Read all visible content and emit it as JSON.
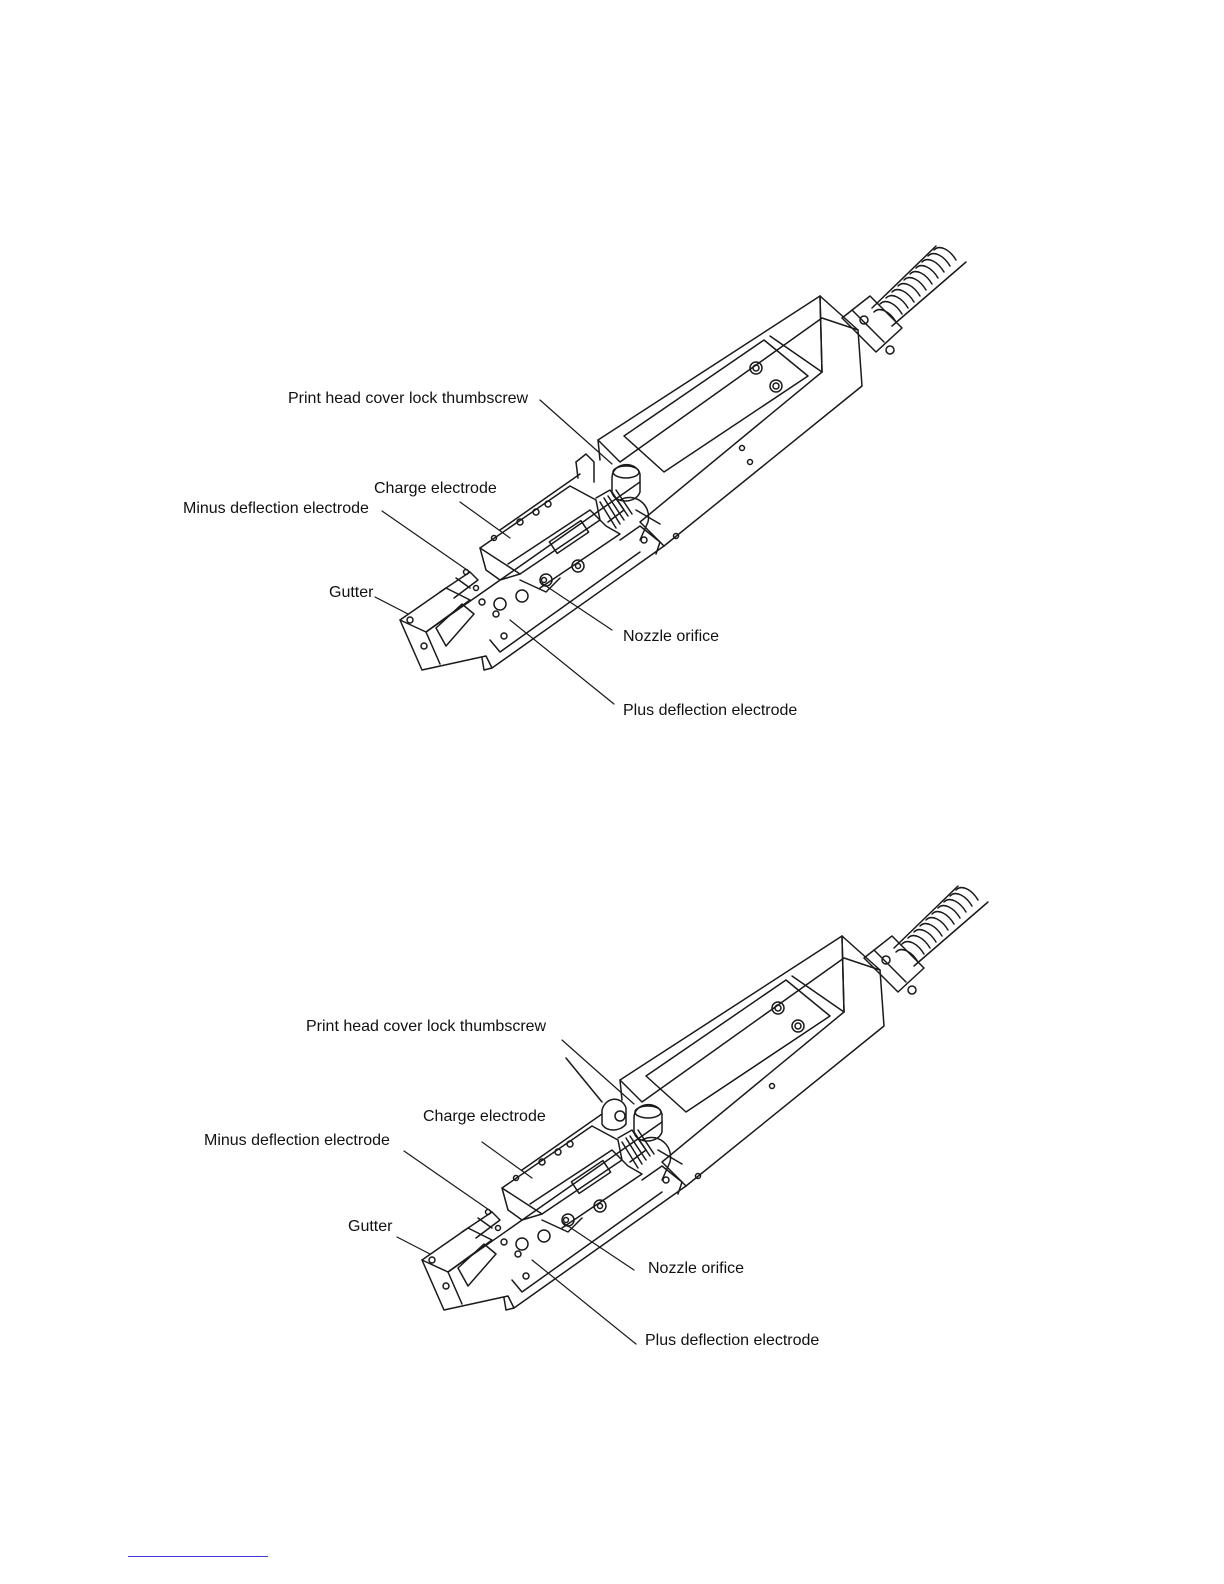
{
  "figures": [
    {
      "labels": {
        "thumbscrew": "Print head cover lock thumbscrew",
        "charge_electrode": "Charge electrode",
        "minus_deflection": "Minus deflection electrode",
        "gutter": "Gutter",
        "nozzle_orifice": "Nozzle orifice",
        "plus_deflection": "Plus deflection electrode"
      }
    },
    {
      "labels": {
        "thumbscrew": "Print head cover lock thumbscrew",
        "charge_electrode": "Charge electrode",
        "minus_deflection": "Minus deflection electrode",
        "gutter": "Gutter",
        "nozzle_orifice": "Nozzle orifice",
        "plus_deflection": "Plus deflection electrode"
      }
    }
  ],
  "colors": {
    "line": "#1a1a1a",
    "footer_rule": "#3b3bd6"
  }
}
